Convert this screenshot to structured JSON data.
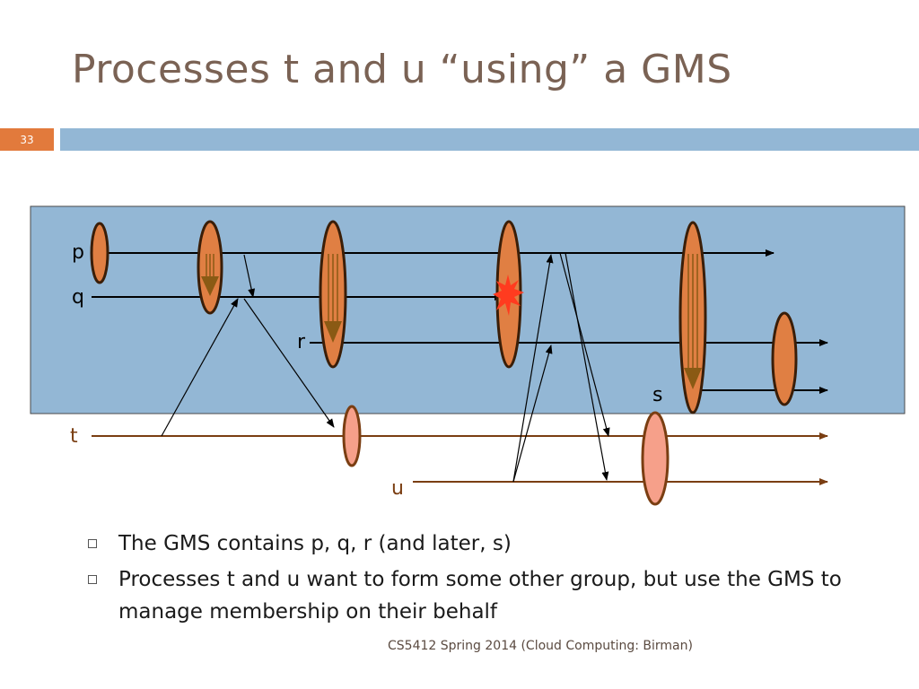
{
  "slide": {
    "title": "Processes t and u “using” a GMS",
    "number": "33",
    "footer": "CS5412 Spring 2014 (Cloud Computing: Birman)"
  },
  "diagram": {
    "labels": {
      "p": "p",
      "q": "q",
      "r": "r",
      "s": "s",
      "t": "t",
      "u": "u"
    }
  },
  "bullets": [
    "The GMS contains p, q, r (and later, s)",
    "Processes t and u want to form some other group, but use the GMS to manage membership on their behalf"
  ],
  "colors": {
    "title": "#7a6254",
    "slide_number_bg": "#e27a3c",
    "header_bar": "#93b7d5",
    "gms_panel": "#93b7d5",
    "view_ellipse": "#e07f43",
    "client_ellipse": "#f6a08a",
    "client_line": "#7a3e12",
    "crash": "#ff3b1f"
  }
}
